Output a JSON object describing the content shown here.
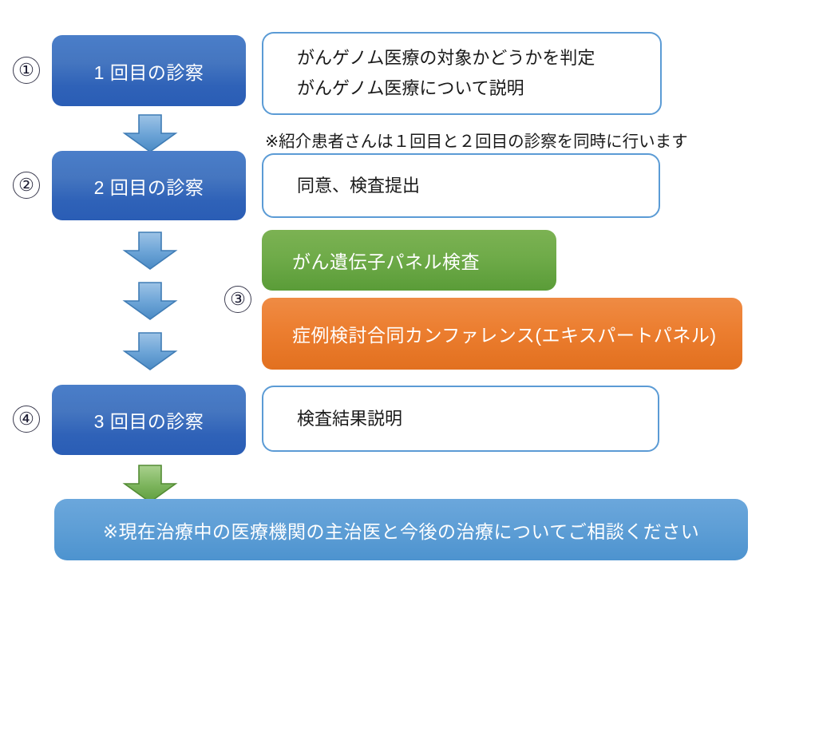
{
  "diagram": {
    "title_text_present": false,
    "colors": {
      "blue_step": "#2f62b8",
      "blue_outline": "#5b9bd5",
      "green_step": "#6fab49",
      "orange_step": "#ec7e30",
      "light_blue_banner": "#5f9fd6",
      "arrow_blue": "#5b9bd5",
      "arrow_green": "#6fab49",
      "text_dark": "#1a1a1a",
      "text_light": "#ffffff"
    },
    "steps": [
      {
        "marker": "①",
        "box_label": "1 回目の診察",
        "note_lines": [
          "がんゲノム医療の対象かどうかを判定",
          "がんゲノム医療について説明"
        ]
      },
      {
        "marker": "②",
        "box_label": "2 回目の診察",
        "note_lines": [
          "同意、検査提出"
        ]
      },
      {
        "marker": "③",
        "box_label": "",
        "note_lines": []
      },
      {
        "marker": "④",
        "box_label": "3 回目の診察",
        "note_lines": [
          "検査結果説明"
        ]
      }
    ],
    "caption_note": "※紹介患者さんは１回目と２回目の診察を同時に行います",
    "green_process": "がん遺伝子パネル検査",
    "orange_process": "症例検討合同カンファレンス(エキスパートパネル)",
    "bottom_banner": "※現在治療中の医療機関の主治医と今後の治療についてご相談ください",
    "arrows": [
      {
        "name": "arrow-1",
        "color": "blue"
      },
      {
        "name": "arrow-2",
        "color": "blue"
      },
      {
        "name": "arrow-3",
        "color": "blue"
      },
      {
        "name": "arrow-4",
        "color": "blue"
      },
      {
        "name": "arrow-5",
        "color": "green"
      }
    ]
  }
}
